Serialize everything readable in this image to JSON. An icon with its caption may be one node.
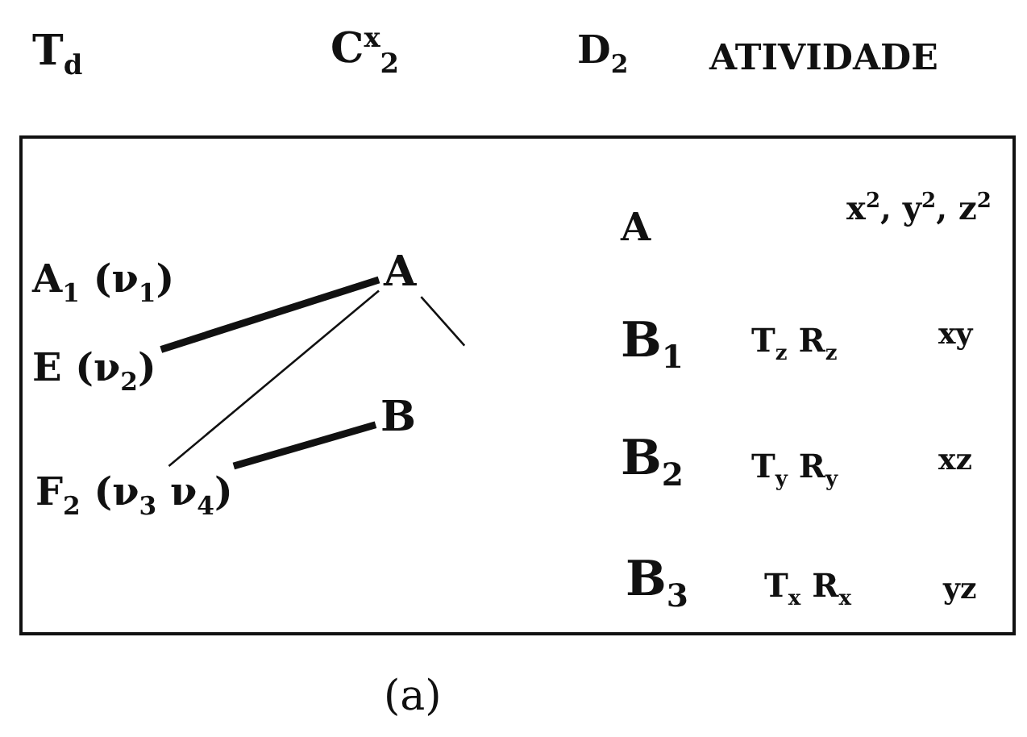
{
  "diagram": {
    "caption": "(a)",
    "nodes": [
      {
        "text": [
          "A$_{1}$ (ν$_{1}$)"
        ]
      },
      {
        "text": [
          "E (ν$_{2}$)"
        ]
      },
      {
        "text": [
          "F$_{2}$ (ν$_{3}$ ν$_{4}$)"
        ]
      },
      {
        "text": [
          "A"
        ]
      },
      {
        "text": [
          "B"
        ]
      }
    ],
    "edges": [
      {
        "from": 1,
        "to": 3,
        "arrow": "none",
        "style": "thick"
      },
      {
        "from": 2,
        "to": 3,
        "arrow": "none"
      },
      {
        "from": 2,
        "to": 4,
        "arrow": "none",
        "style": "thick"
      },
      {
        "from": 3,
        "to": null,
        "arrow": "none"
      }
    ],
    "labels": [
      "T$_{d}$",
      "C$^{x}$$_{2}$",
      "D$_{2}$",
      "ATIVIDADE",
      "A",
      "x$^{2}$, y$^{2}$, z$^{2}$",
      "B$_{1}$",
      "T$_{z}$ R$_{z}$",
      "xy",
      "B$_{2}$",
      "T$_{y}$ R$_{y}$",
      "xz",
      "B$_{3}$",
      "T$_{x}$ R$_{x}$",
      "yz"
    ]
  }
}
